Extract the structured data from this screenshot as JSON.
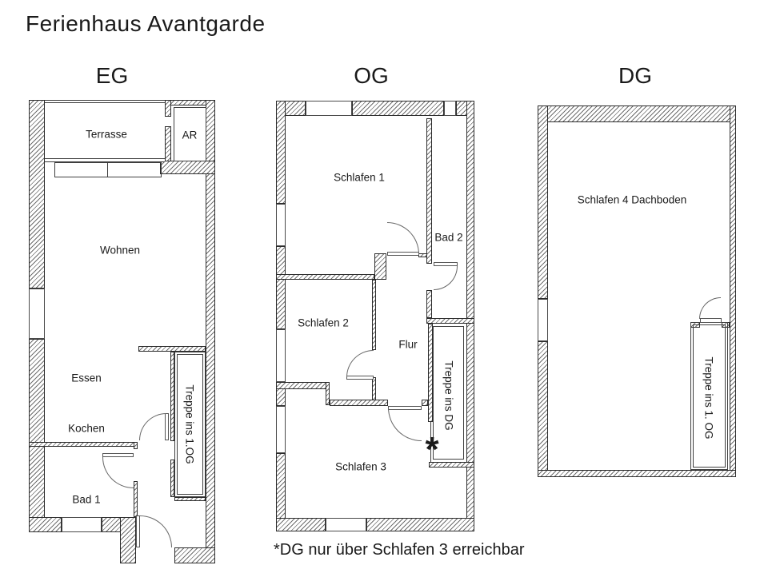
{
  "title": "Ferienhaus Avantgarde",
  "footnote": "*DG nur über Schlafen 3 erreichbar",
  "floors": {
    "eg": {
      "label": "EG",
      "rooms": {
        "terrasse": "Terrasse",
        "abstellraum": "AR",
        "wohnen": "Wohnen",
        "essen": "Essen",
        "kochen": "Kochen",
        "bad": "Bad 1",
        "treppe": "Treppe ins 1.OG"
      }
    },
    "og": {
      "label": "OG",
      "rooms": {
        "schlafen1": "Schlafen 1",
        "bad": "Bad 2",
        "schlafen2": "Schlafen 2",
        "flur": "Flur",
        "treppe": "Treppe ins DG",
        "schlafen3": "Schlafen 3"
      },
      "stair_marker": "*"
    },
    "dg": {
      "label": "DG",
      "rooms": {
        "schlafen4": "Schlafen 4 Dachboden",
        "treppe": "Treppe ins 1. OG"
      }
    }
  }
}
